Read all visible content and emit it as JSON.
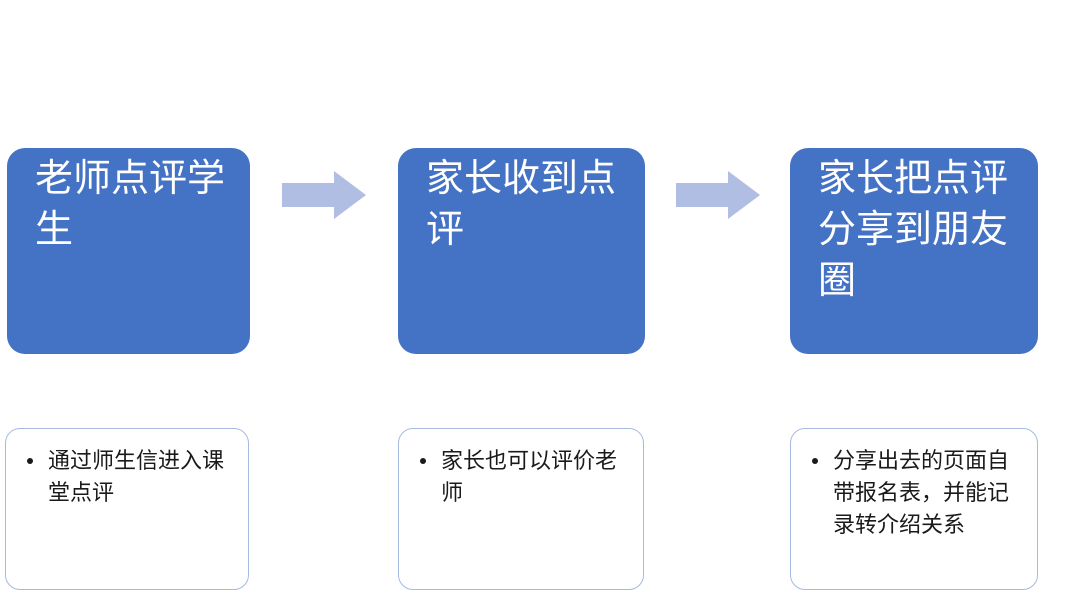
{
  "diagram": {
    "type": "process-flow",
    "title": "",
    "background_color": "#FFFFFF",
    "accent_color": "#4472C4",
    "arrow_color": "#AFBEE2",
    "detail_border_color": "#A5BAE0",
    "step_text_color": "#FFFFFF",
    "detail_text_color": "#1A1A1A",
    "steps": [
      {
        "id": "step-1",
        "label": "老师点评学生",
        "detail": "通过师生信进入课堂点评",
        "bullet": "•"
      },
      {
        "id": "step-2",
        "label": "家长收到点评",
        "detail": "家长也可以评价老师",
        "bullet": "•"
      },
      {
        "id": "step-3",
        "label": "家长把点评分享到朋友圈",
        "detail": "分享出去的页面自带报名表，并能记录转介绍关系",
        "bullet": "•"
      }
    ],
    "connectors": [
      {
        "id": "arrow-1",
        "icon": "right-arrow-icon",
        "from": "step-1",
        "to": "step-2"
      },
      {
        "id": "arrow-2",
        "icon": "right-arrow-icon",
        "from": "step-2",
        "to": "step-3"
      }
    ]
  }
}
